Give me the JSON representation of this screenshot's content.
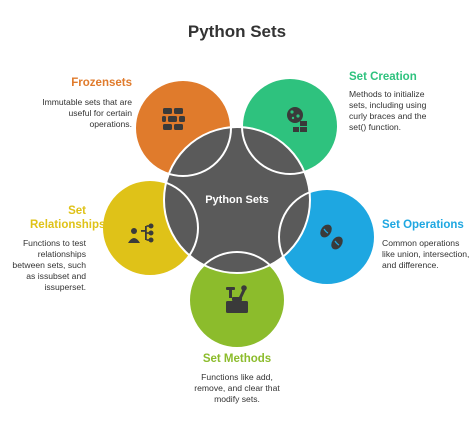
{
  "title": "Python Sets",
  "center_label": "Python Sets",
  "items": [
    {
      "label": "Frozensets",
      "description": "Immutable sets that are useful for certain operations.",
      "color": "#e07b2c",
      "icon": "bricks-icon"
    },
    {
      "label": "Set Creation",
      "description": "Methods to initialize sets, including using curly braces and the set() function.",
      "color": "#2ec27e",
      "icon": "cookie-blocks-icon"
    },
    {
      "label": "Set Operations",
      "description": "Common operations like union, intersection, and difference.",
      "color": "#1ea7e1",
      "icon": "beans-icon"
    },
    {
      "label": "Set Methods",
      "description": "Functions like add, remove, and clear that modify sets.",
      "color": "#8cbc2c",
      "icon": "toolbox-icon"
    },
    {
      "label": "Set Relationships",
      "description": "Functions to test relationships between sets, such as issubset and issuperset.",
      "color": "#dfc218",
      "icon": "relationship-icon"
    }
  ],
  "center_color": "#5a5a5a"
}
